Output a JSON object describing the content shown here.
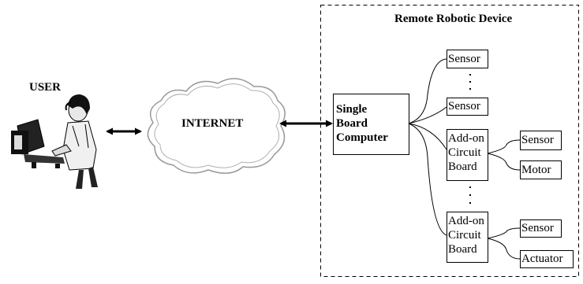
{
  "user_label": "USER",
  "internet_label": "INTERNET",
  "remote_device_title": "Remote Robotic Device",
  "single_board": [
    "Single",
    "Board",
    "Computer"
  ],
  "sensor_top": "Sensor",
  "sensor_second": "Sensor",
  "add_on_upper": [
    "Add-on",
    "Circuit",
    "Board"
  ],
  "add_on_lower": [
    "Add-on",
    "Circuit",
    "Board"
  ],
  "upper_board_sensor": "Sensor",
  "upper_board_motor": "Motor",
  "lower_board_sensor": "Sensor",
  "lower_board_actuator": "Actuator"
}
